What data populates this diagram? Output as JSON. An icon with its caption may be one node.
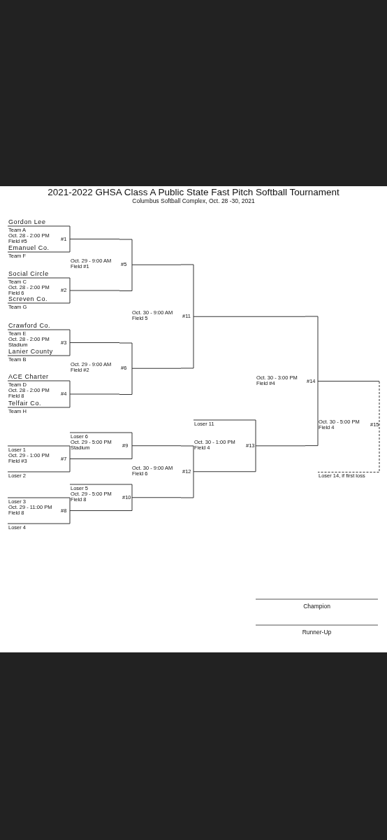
{
  "diagram": {
    "title": "2021-2022 GHSA Class A Public State Fast Pitch Softball Tournament",
    "nodes": [
      {
        "text": [
          "Gordon Lee",
          "Team A",
          "Oct. 28 - 2:00 PM",
          "Field #5",
          "Emanuel Co.",
          "Team F",
          "#1"
        ]
      },
      {
        "text": [
          "Social Circle",
          "Team C",
          "Oct. 28 - 2:00 PM",
          "Field 6",
          "Screven Co.",
          "Team G",
          "#2"
        ]
      },
      {
        "text": [
          "Crawford Co.",
          "Team E",
          "Oct. 28 - 2:00 PM",
          "Stadium",
          "Lanier County",
          "Team B",
          "#3"
        ]
      },
      {
        "text": [
          "ACE Charter",
          "Team D",
          "Oct. 28 - 2:00 PM",
          "Field 8",
          "Telfair Co.",
          "Team H",
          "#4"
        ]
      },
      {
        "text": [
          "#5"
        ],
        "beside": [
          "Oct. 29 - 9:00 AM",
          "Field #1"
        ]
      },
      {
        "text": [
          "#6"
        ],
        "beside": [
          "Oct. 29 - 9:00 AM",
          "Field #2"
        ]
      },
      {
        "text": [
          "Loser 1",
          "Oct. 29 - 1:00 PM",
          "Field #3",
          "Loser 2",
          "#7"
        ]
      },
      {
        "text": [
          "Loser 3",
          "Oct. 29 - 11:00 PM",
          "Field 8",
          "Loser 4",
          "#8"
        ]
      },
      {
        "text": [
          "Loser 6",
          "Oct. 29 - 5:00 PM",
          "Stadium",
          "#9"
        ]
      },
      {
        "text": [
          "Loser 5",
          "Oct. 29 - 5:00 PM",
          "Field 8",
          "#10"
        ]
      },
      {
        "text": [
          "#11"
        ],
        "beside": [
          "Oct. 30 - 9:00 AM",
          "Field 5"
        ]
      },
      {
        "text": [
          "#12"
        ],
        "beside": [
          "Oct. 30 - 9:00 AM",
          "Field 6"
        ]
      },
      {
        "text": [
          "Loser 11",
          "Oct. 30 - 1:00 PM",
          "Field 4",
          "#13"
        ]
      },
      {
        "text": [
          "#14"
        ],
        "beside": [
          "Oct. 30 - 3:00 PM",
          "Field #4"
        ]
      },
      {
        "text": [
          "Oct. 30 - 5:00 PM",
          "Field 4",
          "#15",
          "Loser 14, if first loss"
        ]
      }
    ],
    "edges": [
      {
        "from": 0,
        "to": 4,
        "arrow": "none"
      },
      {
        "from": 1,
        "to": 4,
        "arrow": "none"
      },
      {
        "from": 2,
        "to": 5,
        "arrow": "none"
      },
      {
        "from": 3,
        "to": 5,
        "arrow": "none"
      },
      {
        "from": 4,
        "to": 10,
        "arrow": "none"
      },
      {
        "from": 5,
        "to": 10,
        "arrow": "none"
      },
      {
        "from": 6,
        "to": 8,
        "arrow": "none"
      },
      {
        "from": 7,
        "to": 9,
        "arrow": "none"
      },
      {
        "from": 8,
        "to": 11,
        "arrow": "none"
      },
      {
        "from": 9,
        "to": 11,
        "arrow": "none"
      },
      {
        "from": 10,
        "to": 13,
        "arrow": "none"
      },
      {
        "from": 11,
        "to": 12,
        "arrow": "none"
      },
      {
        "from": 12,
        "to": 13,
        "arrow": "none"
      },
      {
        "from": 13,
        "to": 14,
        "arrow": "none"
      }
    ],
    "labels": [
      "Columbus Softball Complex, Oct. 28 -30, 2021",
      "Champion",
      "Runner-Up"
    ]
  }
}
